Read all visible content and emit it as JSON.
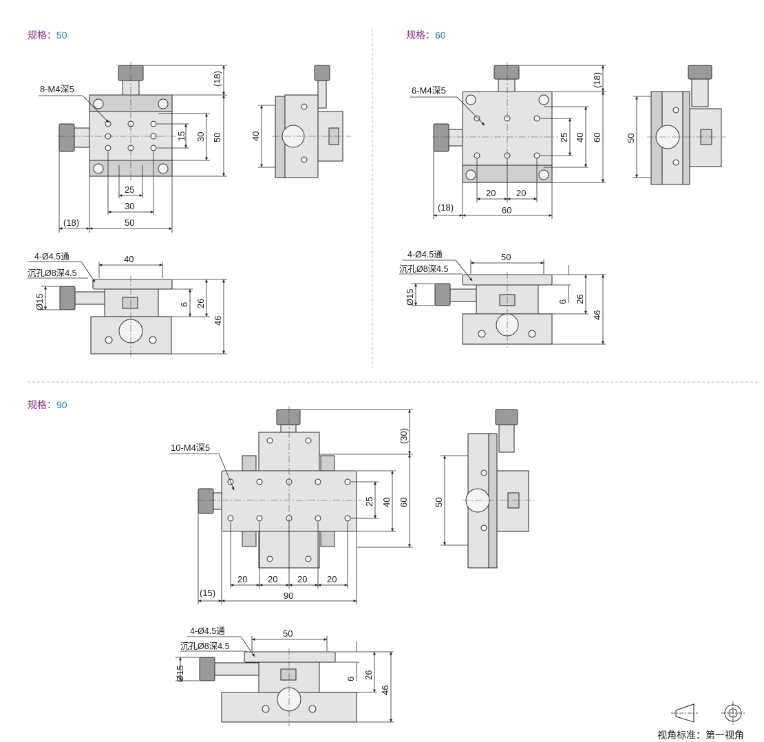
{
  "sections": [
    {
      "key": "规格：",
      "value": "50"
    },
    {
      "key": "规格：",
      "value": "60"
    },
    {
      "key": "规格：",
      "value": "90"
    }
  ],
  "s50": {
    "holes": "8-M4深5",
    "d18": "(18)",
    "d15": "15",
    "d30v": "30",
    "d50v": "50",
    "d25": "25",
    "d30h": "30",
    "d18h": "(18)",
    "d50h": "50",
    "side_40": "40",
    "mount1": "4-Ø4.5通",
    "mount2": "沉孔Ø8深4.5",
    "top40": "40",
    "phi15": "Ø15",
    "h6": "6",
    "h26": "26",
    "h46": "46"
  },
  "s60": {
    "holes": "6-M4深5",
    "d18": "(18)",
    "d25": "25",
    "d40": "40",
    "d60v": "60",
    "d20a": "20",
    "d20b": "20",
    "d18h": "(18)",
    "d60h": "60",
    "side_50": "50",
    "mount1": "4-Ø4.5通",
    "mount2": "沉孔Ø8深4.5",
    "top50": "50",
    "phi15": "Ø15",
    "h6": "6",
    "h26": "26",
    "h46": "46"
  },
  "s90": {
    "holes": "10-M4深5",
    "d30": "(30)",
    "d25": "25",
    "d40": "40",
    "d60v": "60",
    "d20a": "20",
    "d20b": "20",
    "d20c": "20",
    "d20d": "20",
    "d15h": "(15)",
    "d90h": "90",
    "side_50": "50",
    "mount1": "4-Ø4.5通",
    "mount2": "沉孔Ø8深4.5",
    "top50": "50",
    "phi15": "Ø15",
    "h6": "6",
    "h26": "26",
    "h46": "46"
  },
  "projection": {
    "label": "视角标准：第一视角"
  }
}
